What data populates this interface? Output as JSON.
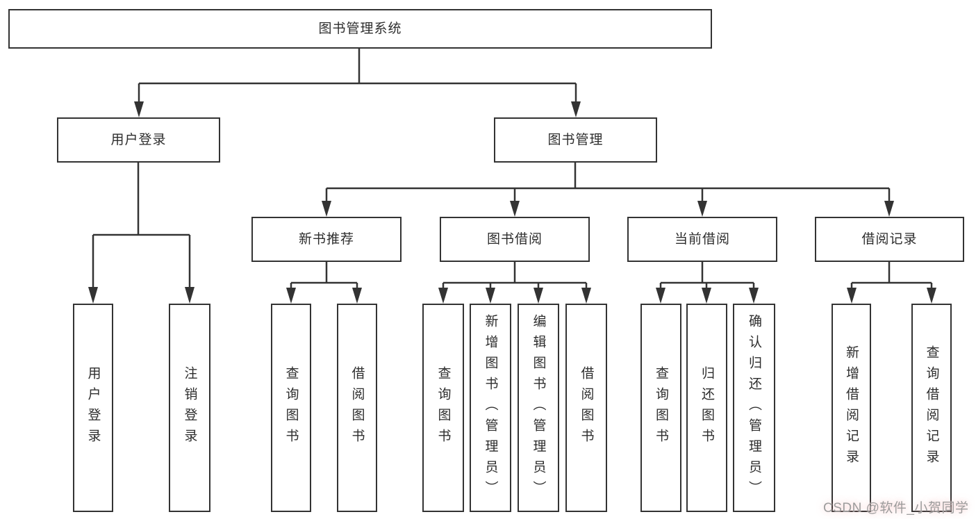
{
  "diagram": {
    "root": "图书管理系统",
    "branches": [
      {
        "label": "用户登录",
        "leaves": [
          "用户登录",
          "注销登录"
        ]
      },
      {
        "label": "图书管理",
        "groups": [
          {
            "label": "新书推荐",
            "leaves": [
              "查询图书",
              "借阅图书"
            ]
          },
          {
            "label": "图书借阅",
            "leaves": [
              "查询图书",
              "新增图书（管理员）",
              "编辑图书（管理员）",
              "借阅图书"
            ]
          },
          {
            "label": "当前借阅",
            "leaves": [
              "查询图书",
              "归还图书",
              "确认归还（管理员）"
            ]
          },
          {
            "label": "借阅记录",
            "leaves": [
              "新增借阅记录",
              "查询借阅记录"
            ]
          }
        ]
      }
    ]
  },
  "watermark": {
    "text": "CSDN @软件_小贺同学"
  },
  "colors": {
    "line": "#333333",
    "border": "#333333",
    "background": "#ffffff",
    "text": "#2d2d2d",
    "watermark_text": "#9c9c9c",
    "watermark_glow": "#f58d8d"
  }
}
